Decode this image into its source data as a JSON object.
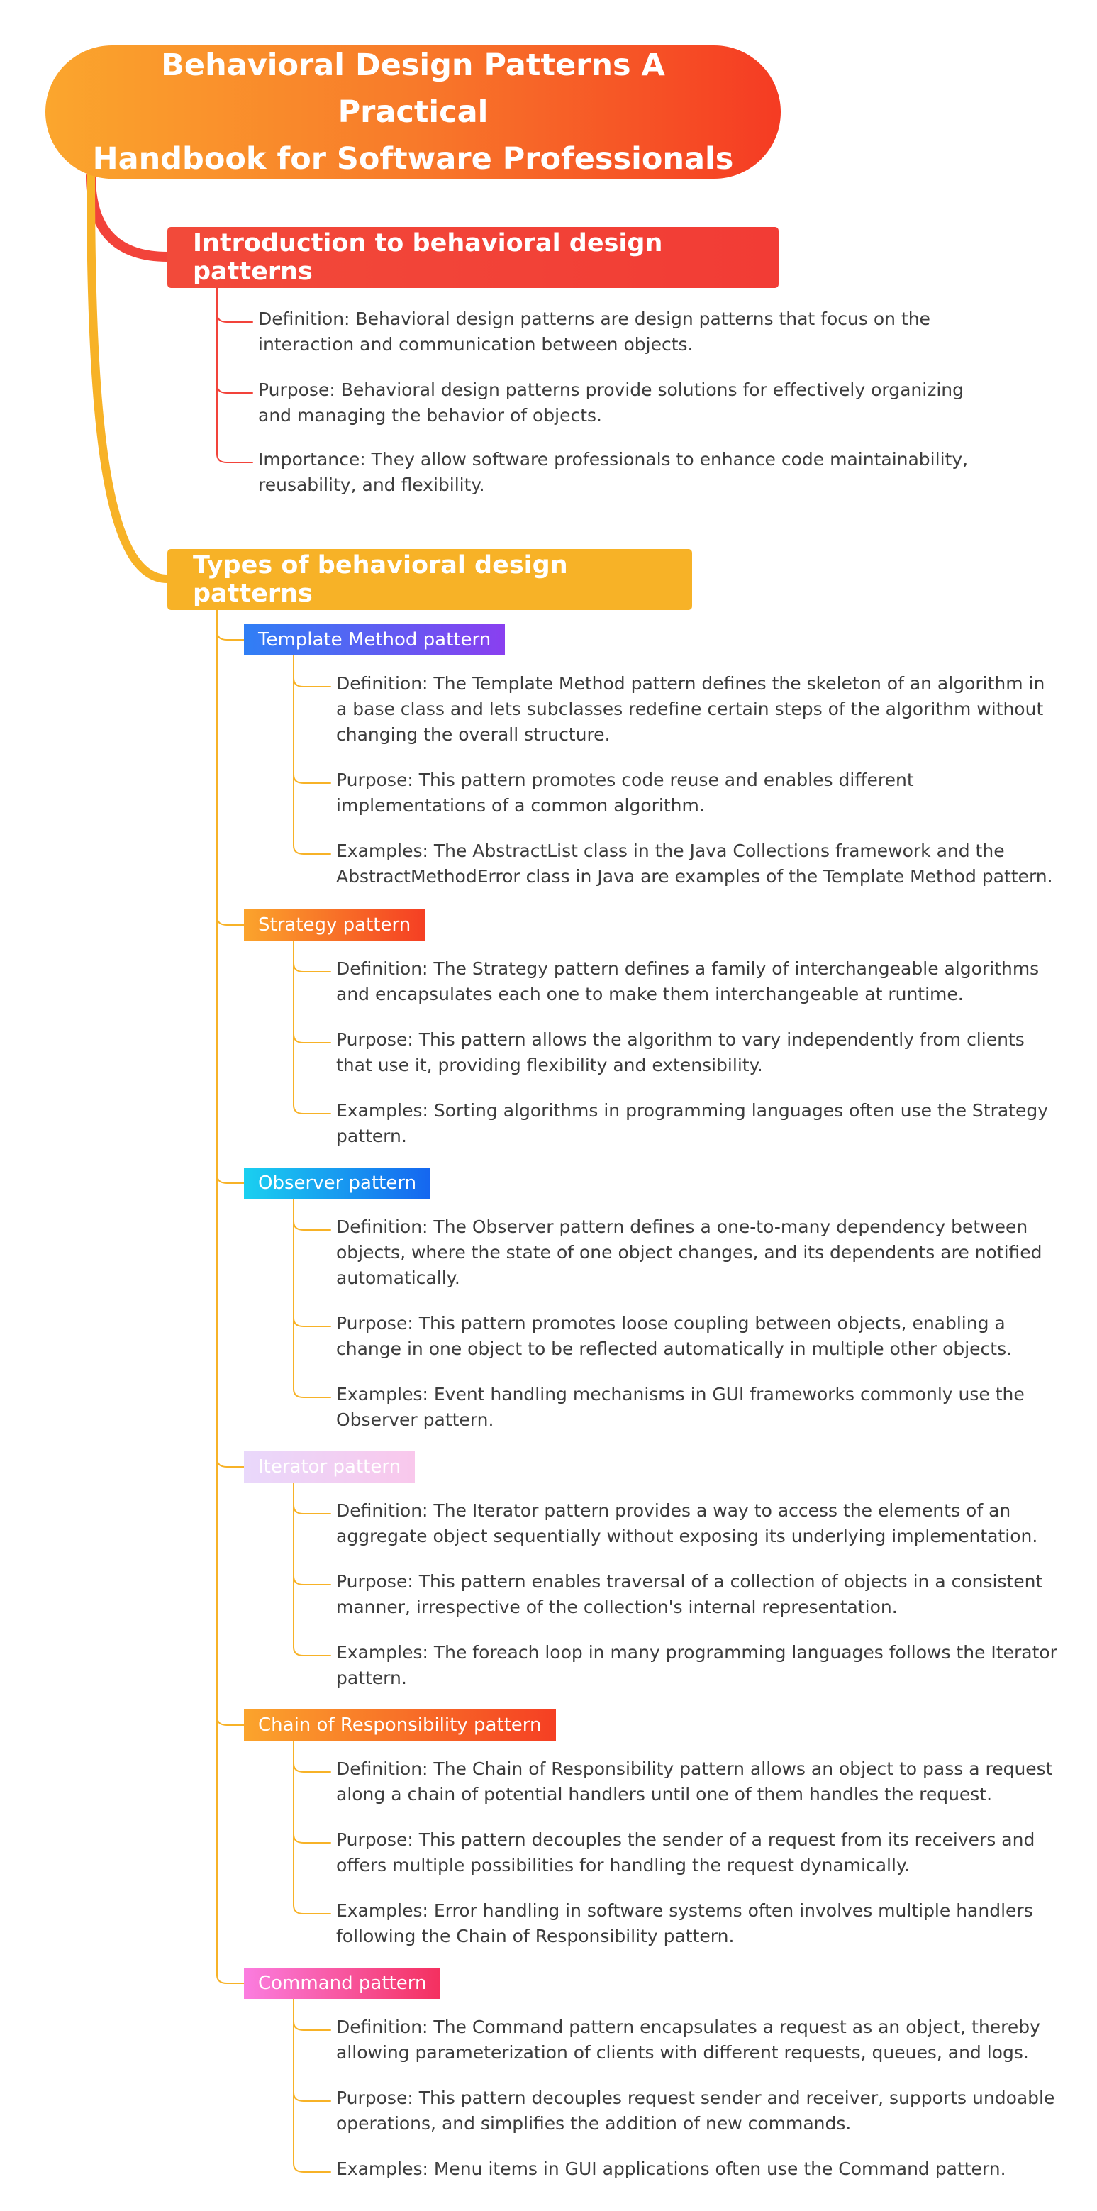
{
  "title_lines": [
    "Behavioral Design Patterns A Practical",
    "Handbook for Software Professionals"
  ],
  "colors": {
    "root_gradient": [
      "#fba62d",
      "#f53b23"
    ],
    "intro": "#f2433a",
    "types": "#f7b227",
    "text": "#3d3d3d"
  },
  "intro": {
    "title": "Introduction to behavioral design patterns",
    "items": [
      [
        "Definition: Behavioral design patterns are design patterns that focus on the",
        "interaction and communication between objects."
      ],
      [
        "Purpose: Behavioral design patterns provide solutions for effectively organizing",
        "and managing the behavior of objects."
      ],
      [
        "Importance: They allow software professionals to enhance code maintainability,",
        "reusability, and flexibility."
      ]
    ]
  },
  "types": {
    "title": "Types of behavioral design patterns",
    "patterns": [
      {
        "name": "Template Method pattern",
        "colors": [
          "#2f7ff5",
          "#8a3ff0"
        ],
        "items": [
          [
            "Definition: The Template Method pattern defines the skeleton of an algorithm in",
            "a base class and lets subclasses redefine certain steps of the algorithm without",
            "changing the overall structure."
          ],
          [
            "Purpose: This pattern promotes code reuse and enables different",
            "implementations of a common algorithm."
          ],
          [
            "Examples: The AbstractList class in the Java Collections framework and the",
            "AbstractMethodError class in Java are examples of the Template Method pattern."
          ]
        ]
      },
      {
        "name": "Strategy pattern",
        "colors": [
          "#fba42c",
          "#f53f23"
        ],
        "items": [
          [
            "Definition: The Strategy pattern defines a family of interchangeable algorithms",
            "and encapsulates each one to make them interchangeable at runtime."
          ],
          [
            "Purpose: This pattern allows the algorithm to vary independently from clients",
            "that use it, providing flexibility and extensibility."
          ],
          [
            "Examples: Sorting algorithms in programming languages often use the Strategy",
            "pattern."
          ]
        ]
      },
      {
        "name": "Observer pattern",
        "colors": [
          "#1ad0f0",
          "#1566f0"
        ],
        "items": [
          [
            "Definition: The Observer pattern defines a one-to-many dependency between",
            "objects, where the state of one object changes, and its dependents are notified",
            "automatically."
          ],
          [
            "Purpose: This pattern promotes loose coupling between objects, enabling a",
            "change in one object to be reflected automatically in multiple other objects."
          ],
          [
            "Examples: Event handling mechanisms in GUI frameworks commonly use the",
            "Observer pattern."
          ]
        ]
      },
      {
        "name": "Iterator pattern",
        "colors": [
          "#e9d8fb",
          "#f9c8ec"
        ],
        "items": [
          [
            "Definition: The Iterator pattern provides a way to access the elements of an",
            "aggregate object sequentially without exposing its underlying implementation."
          ],
          [
            "Purpose: This pattern enables traversal of a collection of objects in a consistent",
            "manner, irrespective of the collection's internal representation."
          ],
          [
            "Examples: The foreach loop in many programming languages follows the Iterator",
            "pattern."
          ]
        ]
      },
      {
        "name": "Chain of Responsibility pattern",
        "colors": [
          "#fba42c",
          "#f53f23"
        ],
        "items": [
          [
            "Definition: The Chain of Responsibility pattern allows an object to pass a request",
            "along a chain of potential handlers until one of them handles the request."
          ],
          [
            "Purpose: This pattern decouples the sender of a request from its receivers and",
            "offers multiple possibilities for handling the request dynamically."
          ],
          [
            "Examples: Error handling in software systems often involves multiple handlers",
            "following the Chain of Responsibility pattern."
          ]
        ]
      },
      {
        "name": "Command pattern",
        "colors": [
          "#fb7de0",
          "#f4305f"
        ],
        "items": [
          [
            "Definition: The Command pattern encapsulates a request as an object, thereby",
            "allowing parameterization of clients with different requests, queues, and logs."
          ],
          [
            "Purpose: This pattern decouples request sender and receiver, supports undoable",
            "operations, and simplifies the addition of new commands."
          ],
          [
            "Examples: Menu items in GUI applications often use the Command pattern."
          ]
        ]
      }
    ]
  }
}
